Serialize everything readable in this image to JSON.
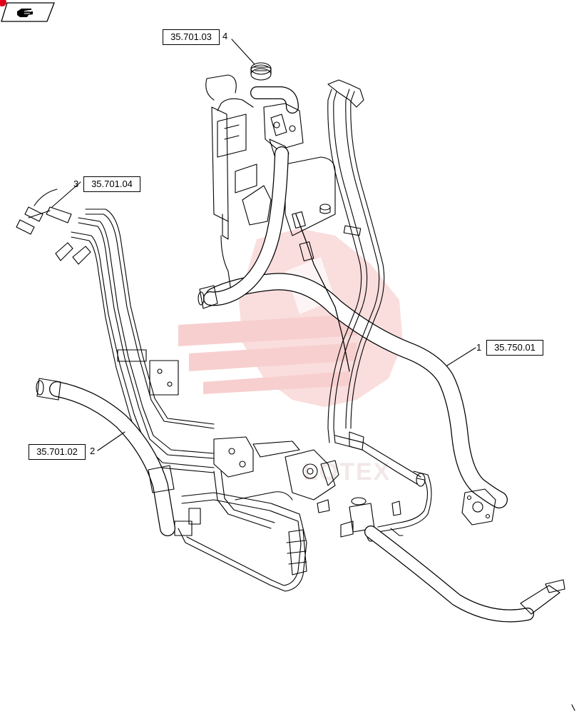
{
  "callouts": [
    {
      "num": "1",
      "ref": "35.750.01"
    },
    {
      "num": "2",
      "ref": "35.701.02"
    },
    {
      "num": "3",
      "ref": "35.701.04"
    },
    {
      "num": "4",
      "ref": "35.701.03"
    }
  ],
  "watermark_text": "LOTEX",
  "colors": {
    "watermark": "#f3b3b3",
    "line": "#000000",
    "marker": "#e0001b"
  },
  "icons": {
    "nav": "hand-pointer-icon"
  }
}
